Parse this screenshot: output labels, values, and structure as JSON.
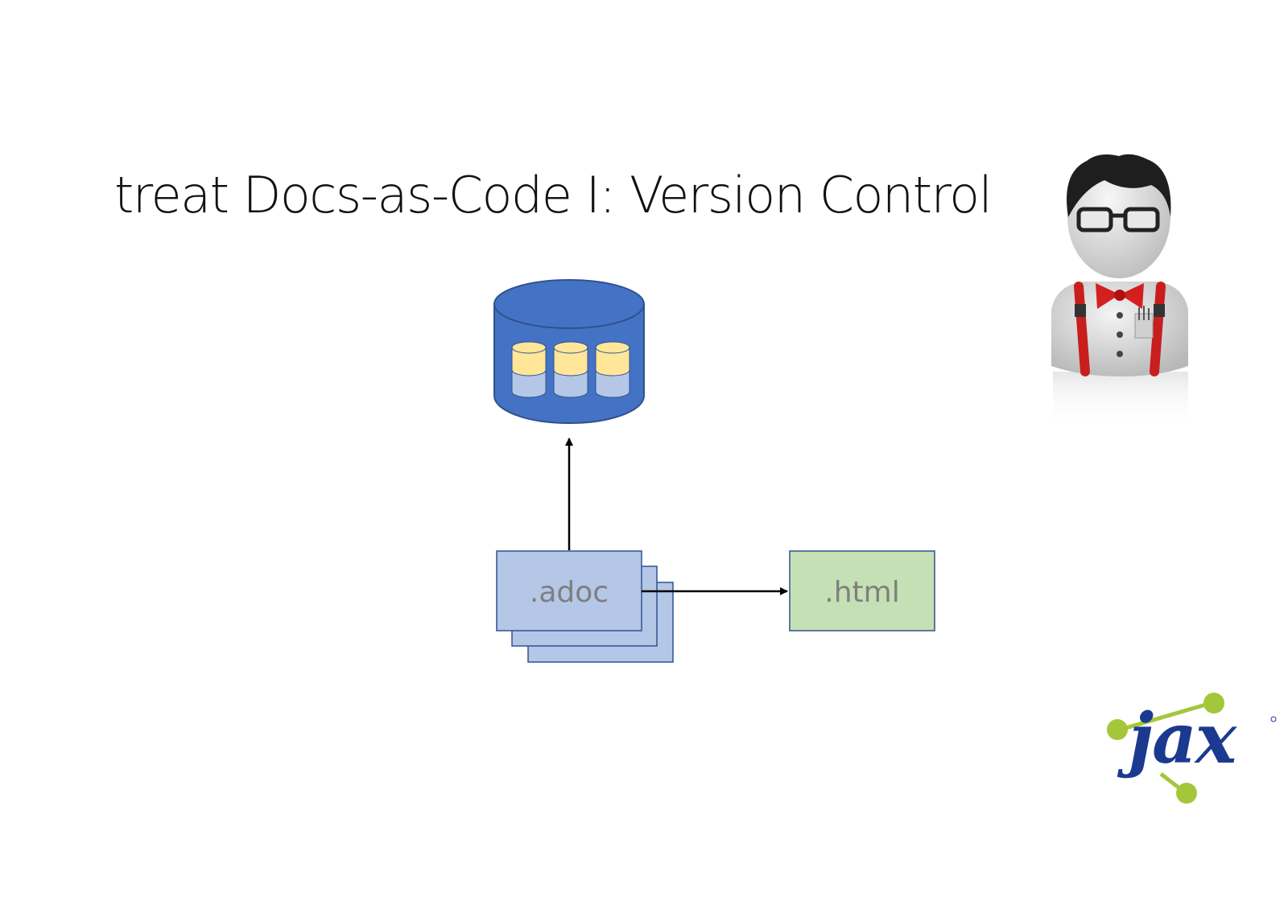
{
  "slide": {
    "title": "treat Docs-as-Code I: Version Control"
  },
  "diagram": {
    "repository": {
      "icon": "database-icon"
    },
    "source_files": {
      "label": ".adoc",
      "icon": "document-stack-icon"
    },
    "output_file": {
      "label": ".html"
    }
  },
  "illustration": {
    "icon": "nerd-character-icon"
  },
  "logo": {
    "text": "jax",
    "icon": "jax-logo"
  },
  "colors": {
    "db_body": "#4472C4",
    "db_stroke": "#2F528F",
    "db_yellow": "#FFE699",
    "db_lightblue": "#B4C7E7",
    "adoc_fill": "#B4C7E7",
    "html_fill": "#C5E0B4",
    "logo_blue": "#1B3A8F",
    "logo_green": "#A4C73A"
  }
}
